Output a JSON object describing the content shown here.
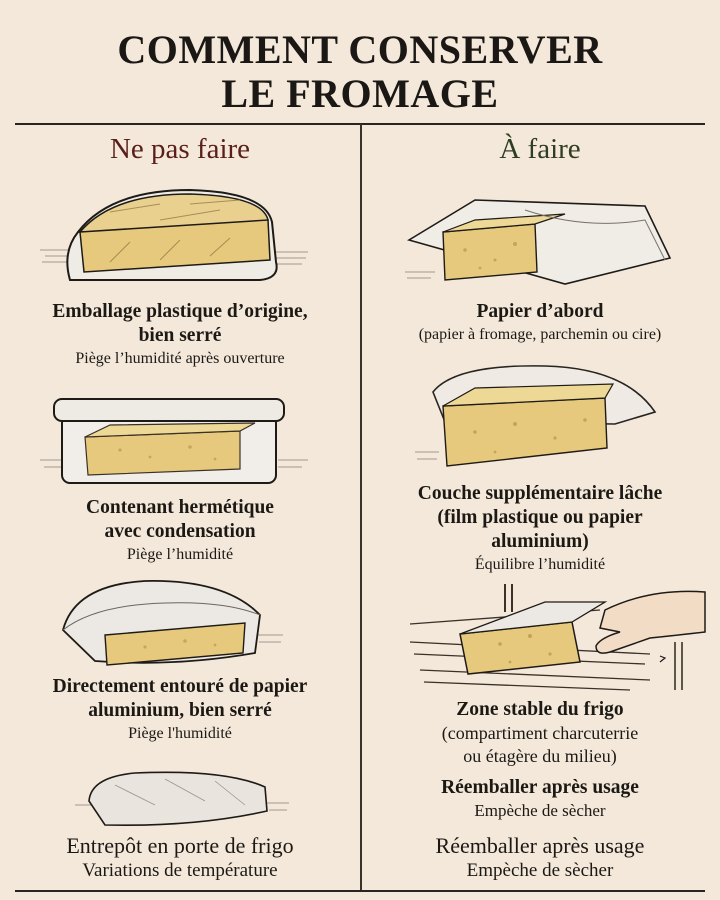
{
  "title": {
    "line1": "COMMENT CONSERVER",
    "line2": "LE FROMAGE"
  },
  "columns": {
    "dont": {
      "heading": "Ne pas faire",
      "color": "#5a1f1a",
      "items": [
        {
          "illustration": "cheese-in-tight-plastic-wrap",
          "title_line1": "Emballage plastique d’origine,",
          "title_line2": "bien serré",
          "note": "Piège l’humidité après ouverture"
        },
        {
          "illustration": "cheese-in-airtight-container",
          "title_line1": "Contenant hermétique",
          "title_line2": "avec condensation",
          "note": "Piège l’humidité"
        },
        {
          "illustration": "cheese-wrapped-in-foil",
          "title_line1": "Directement entouré de papier",
          "title_line2": "aluminium, bien serré",
          "note": "Piège l'humidité"
        },
        {
          "illustration": "cheese-in-fridge-door",
          "title_line1": "Entrepôt en porte de frigo",
          "note": "Variations de température"
        }
      ]
    },
    "do": {
      "heading": "À faire",
      "color": "#2f3e22",
      "items": [
        {
          "illustration": "cheese-in-paper",
          "title_line1": "Papier d’abord",
          "note": "(papier à fromage, parchemin ou cire)"
        },
        {
          "illustration": "cheese-with-loose-outer-layer",
          "title_line1": "Couche supplémentaire lâche",
          "title_line2": "(film plastique ou papier",
          "title_line3": "aluminium)",
          "note": "Équilibre l’humidité"
        },
        {
          "illustration": "hand-placing-cheese-on-fridge-shelf",
          "title_line1": "Zone stable du frigo",
          "note_line1": "(compartiment charcuterrie",
          "note_line2": "ou étagère du milieu)"
        },
        {
          "title_line1": "Réemballer après usage",
          "note": "Empèche de sècher"
        },
        {
          "title_line1": "Réemballer après usage",
          "note": "Empèche de sècher"
        }
      ]
    }
  },
  "colors": {
    "background": "#f3e8da",
    "text": "#1c1915",
    "cheese": "#e8cf8a",
    "cheese_shadow": "#c9a955",
    "wrap": "#ece8e2",
    "rule": "#2a2520"
  }
}
